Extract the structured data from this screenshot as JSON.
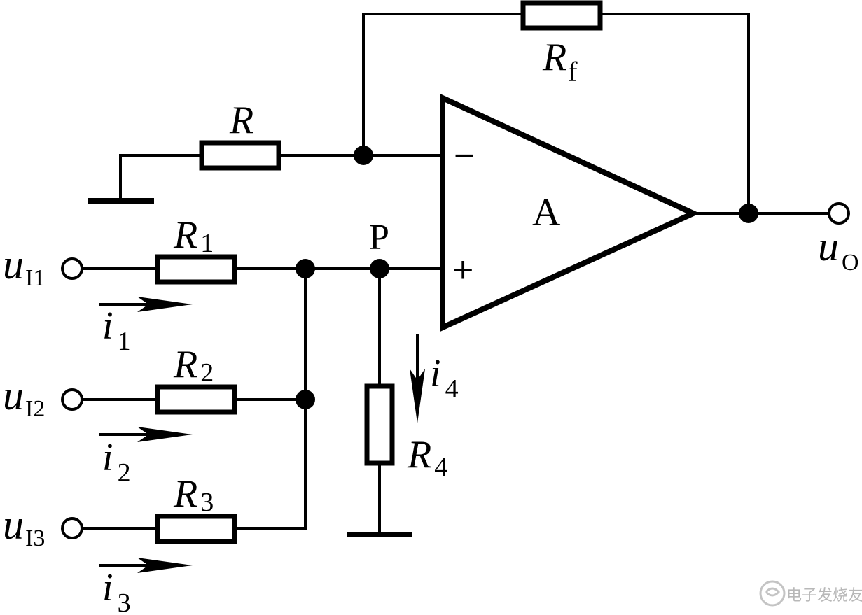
{
  "labels": {
    "rf_main": "R",
    "rf_sub": "f",
    "r_main": "R",
    "r1_main": "R",
    "r1_sub": "1",
    "r2_main": "R",
    "r2_sub": "2",
    "r3_main": "R",
    "r3_sub": "3",
    "r4_main": "R",
    "r4_sub": "4",
    "amp": "A",
    "minus": "−",
    "plus": "+",
    "node_p": "P",
    "uo_main": "u",
    "uo_sub": "O",
    "ui1_main": "u",
    "ui1_sub": "I1",
    "ui2_main": "u",
    "ui2_sub": "I2",
    "ui3_main": "u",
    "ui3_sub": "I3",
    "i1_main": "i",
    "i1_sub": "1",
    "i2_main": "i",
    "i2_sub": "2",
    "i3_main": "i",
    "i3_sub": "3",
    "i4_main": "i",
    "i4_sub": "4"
  },
  "watermark": "电子发烧友"
}
